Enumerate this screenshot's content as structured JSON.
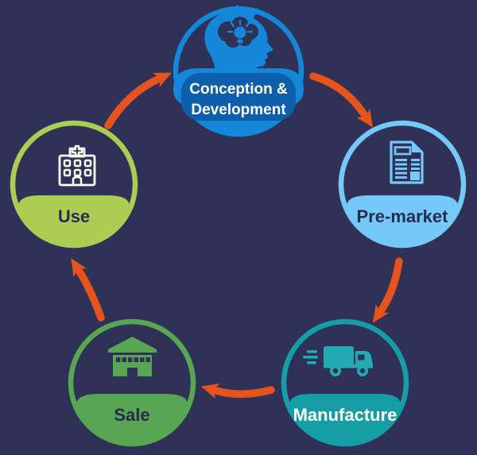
{
  "background_color": "#2f3157",
  "arrow_color": "#e6531c",
  "cycle": {
    "description": "Product lifecycle circular diagram with five stages connected by clockwise orange arrows",
    "nodes": [
      {
        "id": "conception-development",
        "label_line1": "Conception &",
        "label_line2": "Development",
        "color": "#1487d9",
        "label_pill_color": "#0d5fac",
        "label_text_color": "#ffffff",
        "icon": "idea-head-icon"
      },
      {
        "id": "pre-market",
        "label": "Pre-market",
        "color": "#76c8f8",
        "label_text_color": "#282b50",
        "icon": "document-icon"
      },
      {
        "id": "manufacture",
        "label": "Manufacture",
        "color": "#169ea6",
        "icon_color": "#23aab4",
        "label_text_color": "#ffffff",
        "icon": "truck-icon"
      },
      {
        "id": "sale",
        "label": "Sale",
        "color": "#58a654",
        "label_text_color": "#282b50",
        "icon": "warehouse-icon"
      },
      {
        "id": "use",
        "label": "Use",
        "color": "#abce52",
        "icon_color": "#ffffff",
        "label_text_color": "#282b50",
        "icon": "hospital-icon"
      }
    ],
    "arrows": [
      {
        "from": "use",
        "to": "conception-development"
      },
      {
        "from": "conception-development",
        "to": "pre-market"
      },
      {
        "from": "pre-market",
        "to": "manufacture"
      },
      {
        "from": "manufacture",
        "to": "sale"
      },
      {
        "from": "sale",
        "to": "use"
      }
    ]
  }
}
